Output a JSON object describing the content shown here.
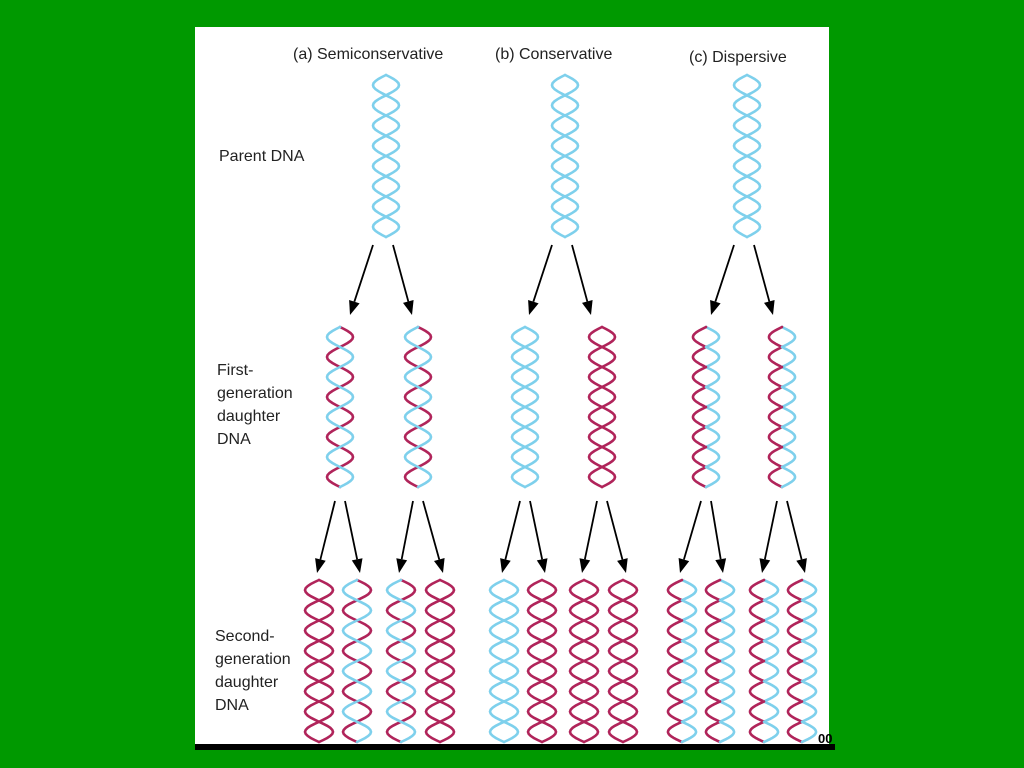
{
  "columns": [
    {
      "id": "semi",
      "title": "(a) Semiconservative"
    },
    {
      "id": "cons",
      "title": "(b) Conservative"
    },
    {
      "id": "disp",
      "title": "(c) Dispersive"
    }
  ],
  "rows": [
    {
      "id": "parent",
      "label_lines": [
        "Parent DNA"
      ]
    },
    {
      "id": "first",
      "label_lines": [
        "First-",
        "generation",
        "daughter",
        "DNA"
      ]
    },
    {
      "id": "second",
      "label_lines": [
        "Second-",
        "generation",
        "daughter",
        "DNA"
      ]
    }
  ],
  "colors": {
    "original_strand": "#7ed0ec",
    "new_strand": "#b0245a",
    "arrow": "#000000",
    "background": "#009900",
    "slide": "#ffffff"
  },
  "slide_number": "00",
  "strand_types": {
    "comment_removed": true
  },
  "helices": {
    "parent": {
      "semi": [
        "O",
        "O"
      ],
      "cons": [
        "O",
        "O"
      ],
      "disp": [
        "O",
        "O"
      ]
    },
    "first": {
      "semi": [
        [
          "N",
          "O"
        ],
        [
          "N",
          "O"
        ]
      ],
      "cons": [
        [
          "O",
          "O"
        ],
        [
          "N",
          "N"
        ]
      ],
      "disp": [
        [
          "MIX",
          "MIX"
        ],
        [
          "MIX",
          "MIX"
        ]
      ]
    },
    "second": {
      "semi": [
        [
          "N",
          "N"
        ],
        [
          "N",
          "O"
        ],
        [
          "N",
          "O"
        ],
        [
          "N",
          "N"
        ]
      ],
      "cons": [
        [
          "O",
          "O"
        ],
        [
          "N",
          "N"
        ],
        [
          "N",
          "N"
        ],
        [
          "N",
          "N"
        ]
      ],
      "disp": [
        [
          "MIX",
          "MIX"
        ],
        [
          "MIX",
          "MIX"
        ],
        [
          "MIX",
          "MIX"
        ],
        [
          "MIX",
          "MIX"
        ]
      ]
    }
  }
}
